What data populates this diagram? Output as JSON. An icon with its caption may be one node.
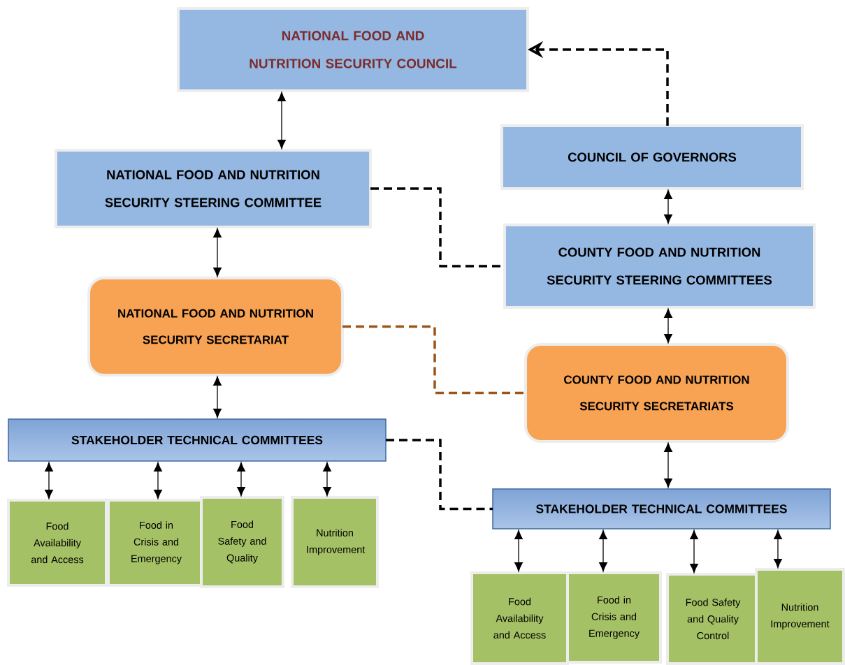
{
  "diagram": {
    "nodes": [
      {
        "text": [
          "NATIONAL FOOD AND NUTRITION SECURITY COUNCIL"
        ]
      },
      {
        "text": [
          "COUNCIL OF GOVERNORS"
        ]
      },
      {
        "text": [
          "NATIONAL FOOD AND NUTRITION SECURITY STEERING COMMITTEE"
        ]
      },
      {
        "text": [
          "COUNTY FOOD AND NUTRITION SECURITY STEERING COMMITTEES"
        ]
      },
      {
        "text": [
          "NATIONAL FOOD AND NUTRITION SECURITY SECRETARIAT"
        ]
      },
      {
        "text": [
          "COUNTY FOOD AND NUTRITION SECURITY SECRETARIATS"
        ]
      },
      {
        "text": [
          "STAKEHOLDER TECHNICAL COMMITTEES"
        ]
      },
      {
        "text": [
          "STAKEHOLDER TECHNICAL COMMITTEES"
        ]
      },
      {
        "text": [
          "Food Availability and Access"
        ]
      },
      {
        "text": [
          "Food in Crisis and Emergency"
        ]
      },
      {
        "text": [
          "Food Safety and Quality"
        ]
      },
      {
        "text": [
          "Nutrition Improvement"
        ]
      },
      {
        "text": [
          "Food Availability and Access"
        ]
      },
      {
        "text": [
          "Food in Crisis and Emergency"
        ]
      },
      {
        "text": [
          "Food Safety and Quality Control"
        ]
      },
      {
        "text": [
          "Nutrition Improvement"
        ]
      }
    ],
    "edges": [
      {
        "from": 0,
        "to": 2,
        "arrow": "both"
      },
      {
        "from": 1,
        "to": 0,
        "arrow": "to",
        "style": "dashed"
      },
      {
        "from": 1,
        "to": 3,
        "arrow": "both"
      },
      {
        "from": 2,
        "to": 3,
        "arrow": "none",
        "style": "dashed"
      },
      {
        "from": 2,
        "to": 4,
        "arrow": "both"
      },
      {
        "from": 3,
        "to": 5,
        "arrow": "both"
      },
      {
        "from": 4,
        "to": 5,
        "arrow": "none",
        "style": "dashed",
        "color": "#9c5518"
      },
      {
        "from": 4,
        "to": 6,
        "arrow": "both"
      },
      {
        "from": 5,
        "to": 7,
        "arrow": "both"
      },
      {
        "from": 6,
        "to": 7,
        "arrow": "none",
        "style": "dashed"
      },
      {
        "from": 6,
        "to": 8,
        "arrow": "both"
      },
      {
        "from": 6,
        "to": 9,
        "arrow": "both"
      },
      {
        "from": 6,
        "to": 10,
        "arrow": "both"
      },
      {
        "from": 6,
        "to": 11,
        "arrow": "both"
      },
      {
        "from": 7,
        "to": 12,
        "arrow": "both"
      },
      {
        "from": 7,
        "to": 13,
        "arrow": "both"
      },
      {
        "from": 7,
        "to": 14,
        "arrow": "both"
      },
      {
        "from": 7,
        "to": 15,
        "arrow": "both"
      }
    ]
  }
}
